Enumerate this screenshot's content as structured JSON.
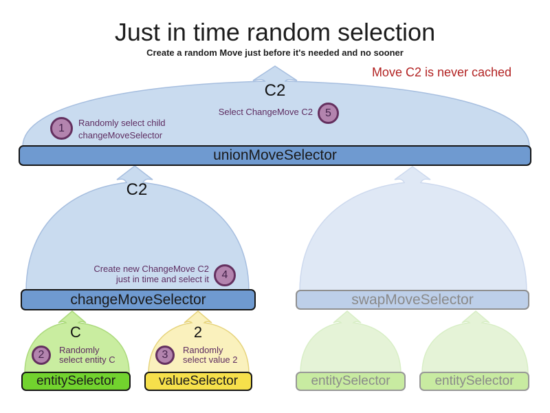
{
  "header": {
    "title": "Just in time random selection",
    "subtitle": "Create a random Move just before it's needed and no sooner"
  },
  "note": {
    "text": "Move C2 is never cached"
  },
  "selectors": {
    "union": {
      "label": "unionMoveSelector"
    },
    "change": {
      "label": "changeMoveSelector"
    },
    "swap": {
      "label": "swapMoveSelector"
    },
    "entity": {
      "label": "entitySelector"
    },
    "value": {
      "label": "valueSelector"
    },
    "entity_faded1": {
      "label": "entitySelector"
    },
    "entity_faded2": {
      "label": "entitySelector"
    }
  },
  "flow_labels": {
    "union_output": "C2",
    "change_output": "C2",
    "entity_output": "C",
    "value_output": "2"
  },
  "steps": [
    {
      "num": "1",
      "line1": "Randomly select child",
      "line2": "changeMoveSelector"
    },
    {
      "num": "2",
      "line1": "Randomly",
      "line2": "select entity C"
    },
    {
      "num": "3",
      "line1": "Randomly",
      "line2": "select value 2"
    },
    {
      "num": "4",
      "line1": "Create new ChangeMove C2",
      "line2": "just in time and select it"
    },
    {
      "num": "5",
      "line1": "Select ChangeMove C2",
      "line2": ""
    }
  ],
  "colors": {
    "bar_blue": "#6f9ad0",
    "bar_blue_faded": "#bdcfe9",
    "bell_blue": "#c9dbef",
    "bell_blue_faded": "#dfe8f5",
    "green": "#72d32e",
    "bell_green": "#c9eda0",
    "bell_green_faded": "#e5f3d7",
    "bar_green_faded": "#c8eba1",
    "yellow": "#f6e04b",
    "bell_yellow": "#faf1bd",
    "purple_badge": "#b384ae",
    "purple_dark": "#5d2c60",
    "red_note": "#b22222",
    "faded_text": "#8a8a8a",
    "black": "#1a1a1a"
  }
}
